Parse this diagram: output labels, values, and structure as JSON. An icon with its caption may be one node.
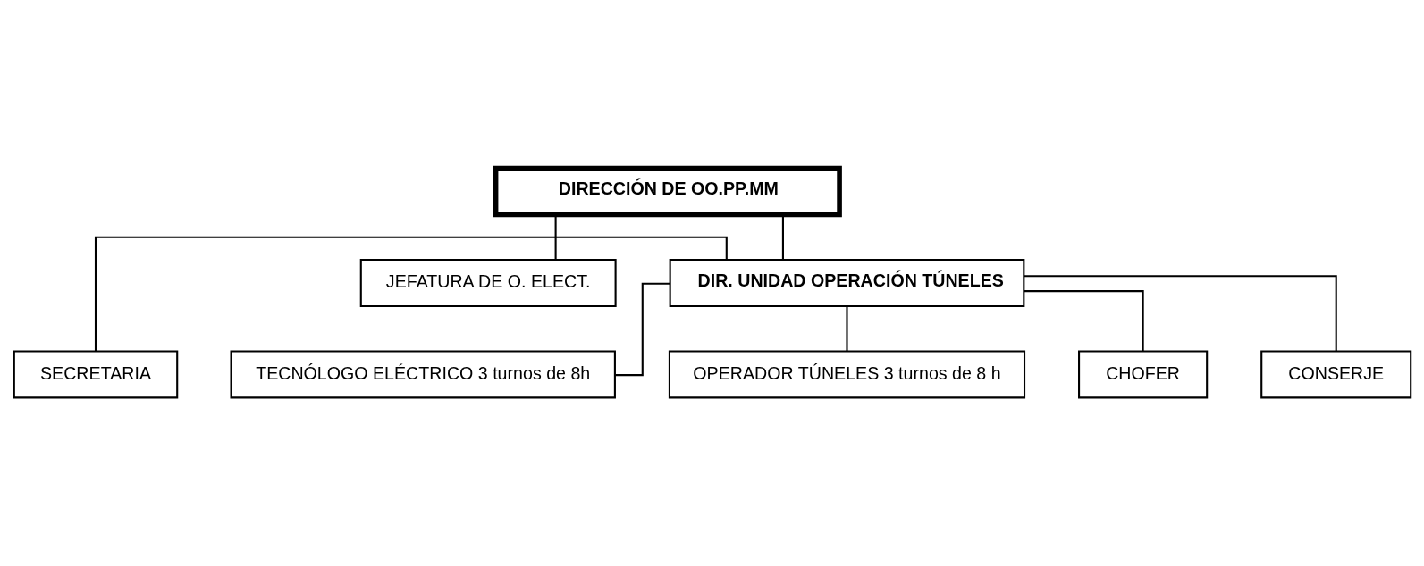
{
  "diagram": {
    "nodes": [
      {
        "text": [
          "DIRECCIÓN DE OO.PP.MM"
        ]
      },
      {
        "text": [
          "JEFATURA DE O. ELECT."
        ]
      },
      {
        "text": [
          "DIR. UNIDAD OPERACIÓN TÚNELES"
        ]
      },
      {
        "text": [
          "SECRETARIA"
        ]
      },
      {
        "text": [
          "TECNÓLOGO ELÉCTRICO 3 turnos de 8h"
        ]
      },
      {
        "text": [
          "OPERADOR TÚNELES 3 turnos de 8 h"
        ]
      },
      {
        "text": [
          "CHOFER"
        ]
      },
      {
        "text": [
          "CONSERJE"
        ]
      }
    ],
    "edges": [
      {
        "from": 0,
        "to": 1,
        "arrow": "none"
      },
      {
        "from": 0,
        "to": 2,
        "arrow": "none"
      },
      {
        "from": 2,
        "to": 3,
        "arrow": "none"
      },
      {
        "from": 2,
        "to": 4,
        "arrow": "none"
      },
      {
        "from": 2,
        "to": 5,
        "arrow": "none"
      },
      {
        "from": 2,
        "to": 6,
        "arrow": "none"
      },
      {
        "from": 2,
        "to": 7,
        "arrow": "none"
      }
    ]
  }
}
